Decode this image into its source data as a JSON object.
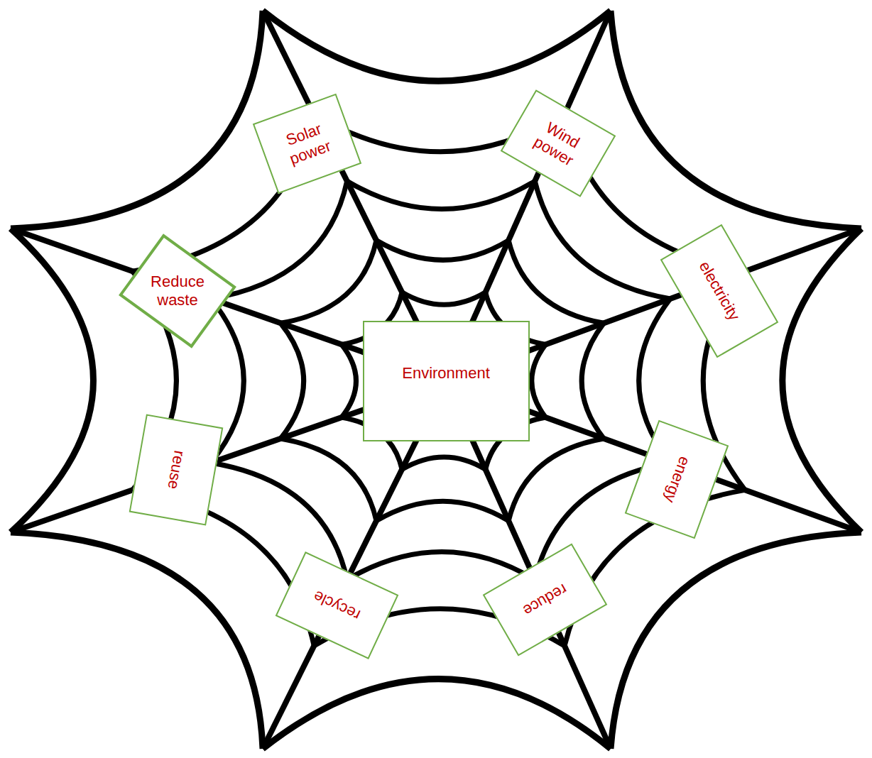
{
  "diagram": {
    "nodes": [
      {
        "text": [
          "Solar power"
        ]
      },
      {
        "text": [
          "Wind power"
        ]
      },
      {
        "text": [
          "Reduce waste"
        ]
      },
      {
        "text": [
          "electricity"
        ]
      },
      {
        "text": [
          "Environment"
        ]
      },
      {
        "text": [
          "reuse"
        ]
      },
      {
        "text": [
          "energy"
        ]
      },
      {
        "text": [
          "recycle"
        ]
      },
      {
        "text": [
          "reduce"
        ]
      }
    ]
  }
}
